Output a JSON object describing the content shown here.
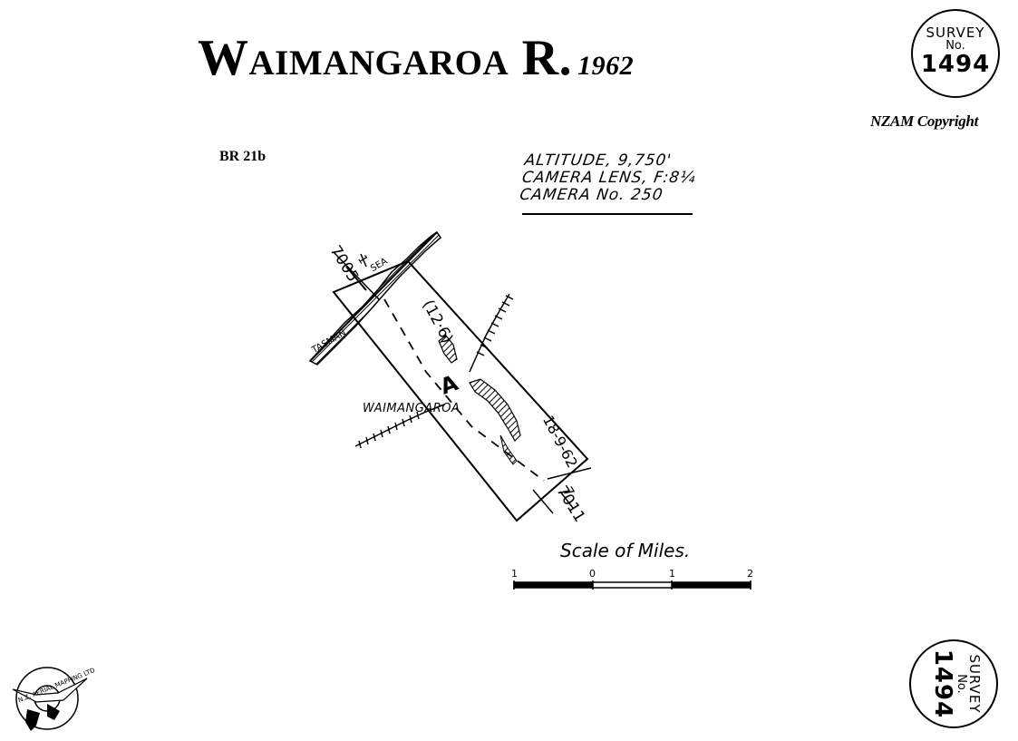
{
  "title": {
    "name": "Waimangaroa R.",
    "year": "1962"
  },
  "copyright": "NZAM Copyright",
  "sheet_ref": "BR 21b",
  "camera_info": {
    "altitude": "ALTITUDE, 9,750'",
    "lens": "CAMERA LENS, F:8¼",
    "camera_no": "CAMERA No. 250"
  },
  "survey_stamp": {
    "line1": "SURVEY",
    "line2": "No.",
    "number": "1494"
  },
  "map": {
    "sea_label_1": "TASMAN",
    "sea_label_2": "SEA",
    "place_label": "WAIMANGAROA",
    "photo_start": "7005",
    "photo_start_tick": "1",
    "photo_end": "7011",
    "photo_end_tick": "7",
    "time_label": "(12·6)",
    "date_label": "18-9-62",
    "point_label": "A"
  },
  "scale_bar": {
    "caption": "Scale of Miles.",
    "ticks": [
      "1",
      "0",
      "1",
      "2"
    ]
  },
  "logo": {
    "text": "N.Z. AERIAL MAPPING LTD"
  }
}
